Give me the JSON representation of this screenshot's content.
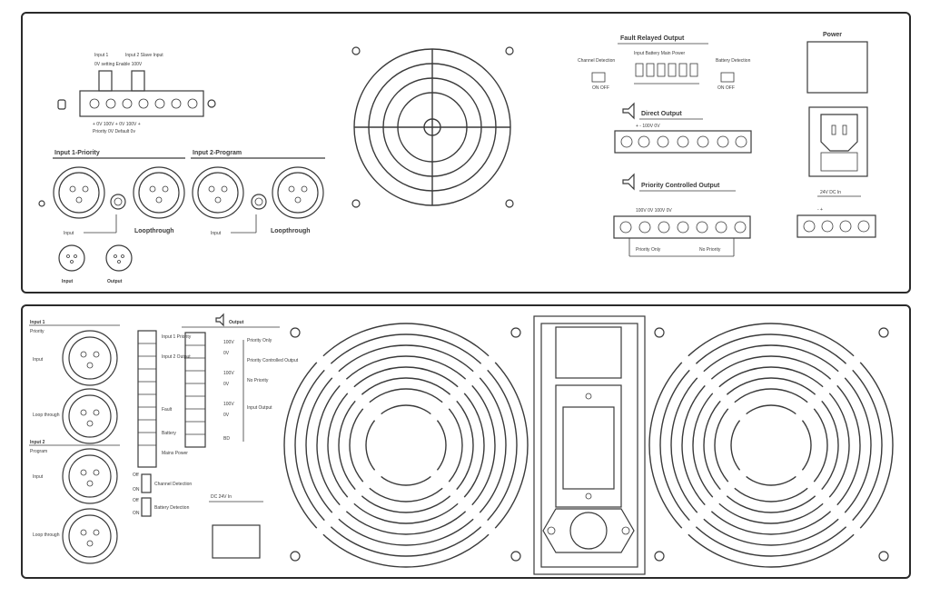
{
  "top_panel": {
    "input_terminal": {
      "input1_label": "Input 1",
      "input2_label": "Input 2 Slave Input",
      "sub_label": "0V setting  Enable 100V",
      "pin_text": "+ 0V 100V + 0V 100V  +",
      "pin_sub": "Priority 0V  Default 0v"
    },
    "input1_priority_title": "Input 1-Priority",
    "input2_program_title": "Input 2-Program",
    "input_label": "Input",
    "loopthrough_label": "Loopthrough",
    "xlr_input_label": "Input",
    "xlr_output_label": "Output",
    "fault_relay": {
      "title": "Fault Relayed Output",
      "channel_detection": "Channel Detection",
      "battery_detection": "Battery Detection",
      "cols": "Input  Battery  Main  Power",
      "on_off_left": "ON  OFF",
      "on_off_right": "ON  OFF"
    },
    "direct_output_title": "Direct Output",
    "priority_output_title": "Priority Controlled Output",
    "direct_pins": "+  -  100V  0V",
    "priority_pins": "100V  0V  100V  0V",
    "priority_only": "Priority Only",
    "no_priority": "No Priority",
    "power_title": "Power",
    "dc_label": "24V   DC In",
    "dc_pins": "-  +"
  },
  "bottom_panel": {
    "input1_title": "Input 1",
    "input1_sub": "Priority",
    "input_label": "Input",
    "loop_label": "Loop through",
    "input2_title": "Input 2",
    "input2_sub": "Program",
    "output_title": "Output",
    "output_group1": "Priority Only",
    "output_group2": "Priority Controlled Output",
    "output_group3": "No Priority",
    "output_group4": "Input Output",
    "switch_labels": [
      "Input 1 Priority",
      "Input 2 Output",
      "Fault",
      "Battery",
      "Mains Power"
    ],
    "out_pins": [
      "100V",
      "0V",
      "100V",
      "0V",
      "100V",
      "0V",
      "BD"
    ],
    "channel_detection": "Channel Detection",
    "battery_detection": "Battery Detection",
    "on": "ON",
    "off": "Off",
    "dc_label": "DC 24V In"
  },
  "colors": {
    "line": "#3a3a3a",
    "background": "#ffffff"
  }
}
